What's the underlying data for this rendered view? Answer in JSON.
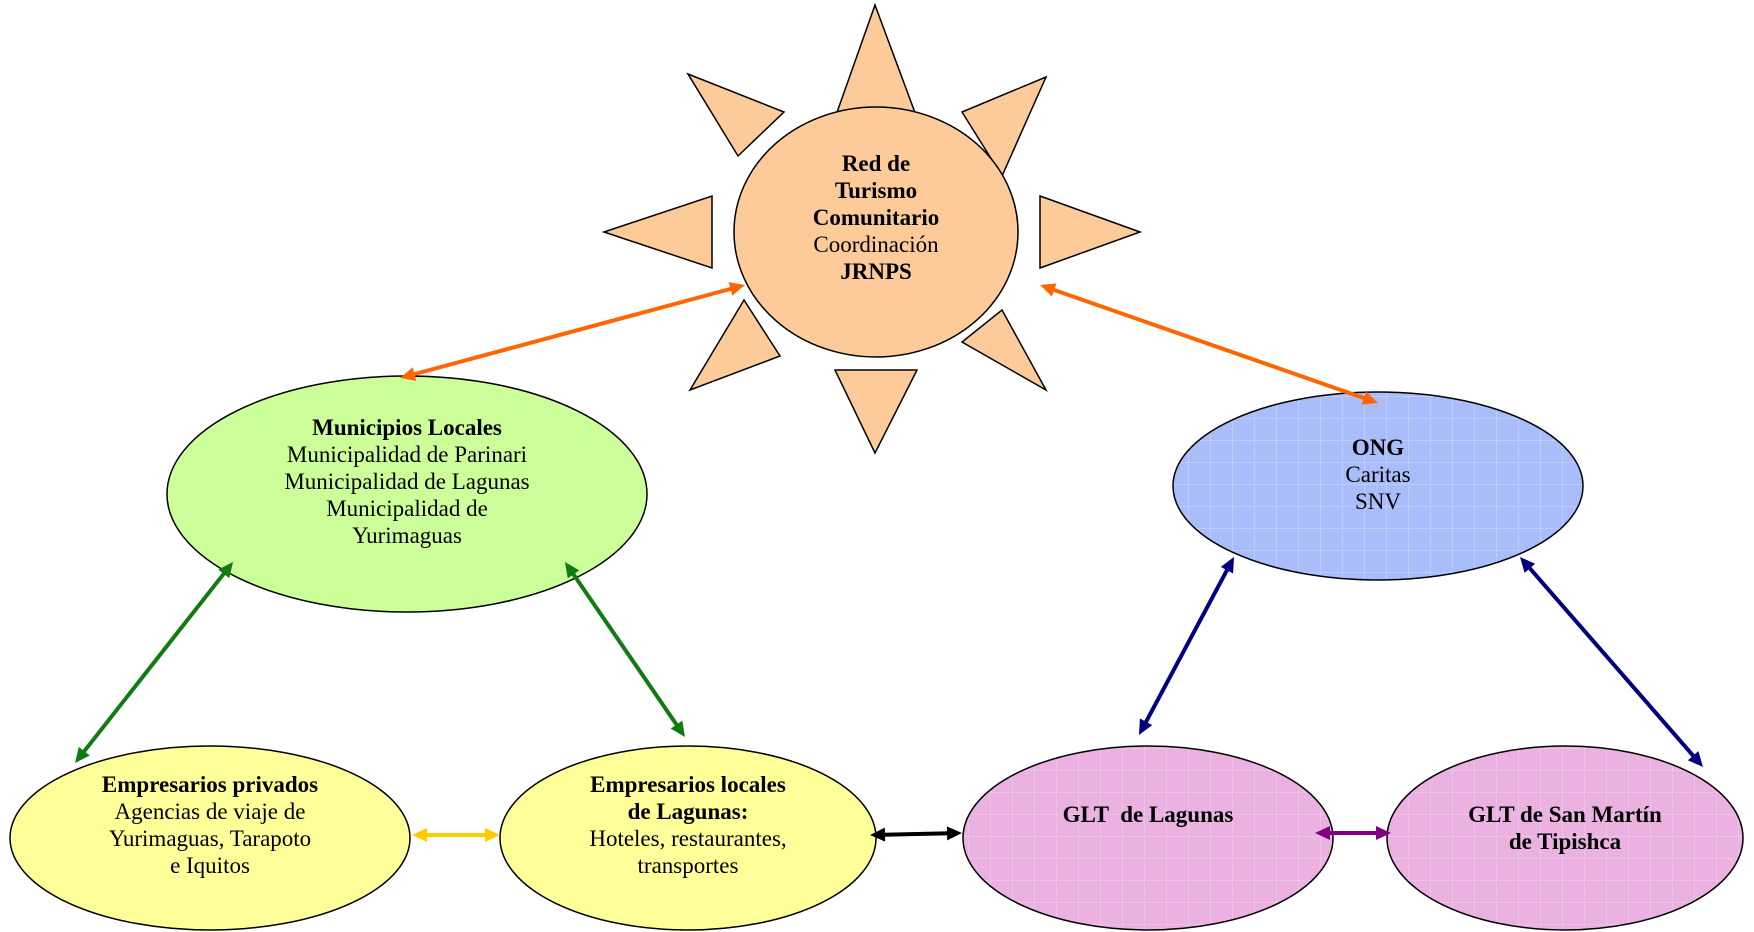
{
  "colors": {
    "sun": "#fccb99",
    "municipios": "#ccff99",
    "ong": "#aabdfb",
    "empresarios_privados": "#ffff99",
    "empresarios_locales": "#ffff99",
    "glt": "#eab1e1",
    "arrow_orange": "#ff6600",
    "arrow_green": "#117a11",
    "arrow_navy": "#00007f",
    "arrow_yellow": "#ffcc00",
    "arrow_black": "#000000",
    "arrow_purple": "#800080"
  },
  "nodes": {
    "red": {
      "line1": "Red de",
      "line2": "Turismo",
      "line3": "Comunitario",
      "line4": "Coordinación",
      "line5": "JRNPS"
    },
    "municipios": {
      "title": "Municipios Locales",
      "line1": "Municipalidad de Parinari",
      "line2": "Municipalidad de Lagunas",
      "line3": "Municipalidad de",
      "line4": "Yurimaguas"
    },
    "ong": {
      "title": "ONG",
      "line1": "Caritas",
      "line2": "SNV"
    },
    "empresarios_privados": {
      "title": "Empresarios privados",
      "line1": "Agencias de viaje de",
      "line2": "Yurimaguas, Tarapoto",
      "line3": "e Iquitos"
    },
    "empresarios_locales": {
      "title1": "Empresarios locales",
      "title2": "de Lagunas:",
      "line1": "Hoteles, restaurantes,",
      "line2": "transportes"
    },
    "glt_lagunas": {
      "title": "GLT  de Lagunas"
    },
    "glt_san_martin": {
      "title1": "GLT de San Martín",
      "title2": "de Tipishca"
    }
  }
}
